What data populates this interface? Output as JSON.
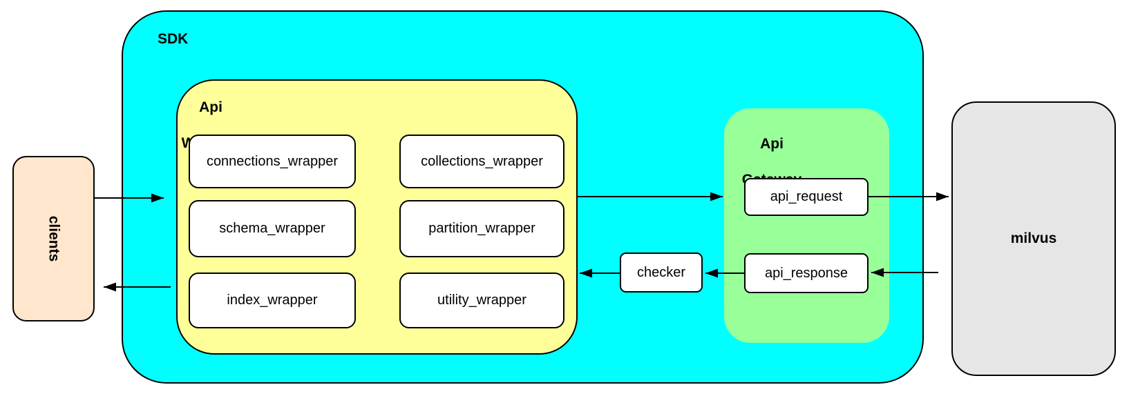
{
  "colors": {
    "sdk_fill": "#00FFFF",
    "api_wrapper_fill": "#FFFF99",
    "api_gateway_fill": "#99FF99",
    "clients_fill": "#FFE6CC",
    "milvus_fill": "#E6E6E6",
    "node_fill": "#FFFFFF",
    "stroke": "#000000"
  },
  "clients": {
    "label": "clients"
  },
  "sdk": {
    "label": "SDK",
    "api_wrapper": {
      "label_line1": "Api",
      "label_line2": "Wrapper",
      "boxes": [
        "connections_wrapper",
        "collections_wrapper",
        "schema_wrapper",
        "partition_wrapper",
        "index_wrapper",
        "utility_wrapper"
      ]
    },
    "checker": {
      "label": "checker"
    },
    "api_gateway": {
      "label_line1": "Api",
      "label_line2": "Gateway",
      "request": {
        "label": "api_request"
      },
      "response": {
        "label": "api_response"
      }
    }
  },
  "milvus": {
    "label": "milvus"
  }
}
